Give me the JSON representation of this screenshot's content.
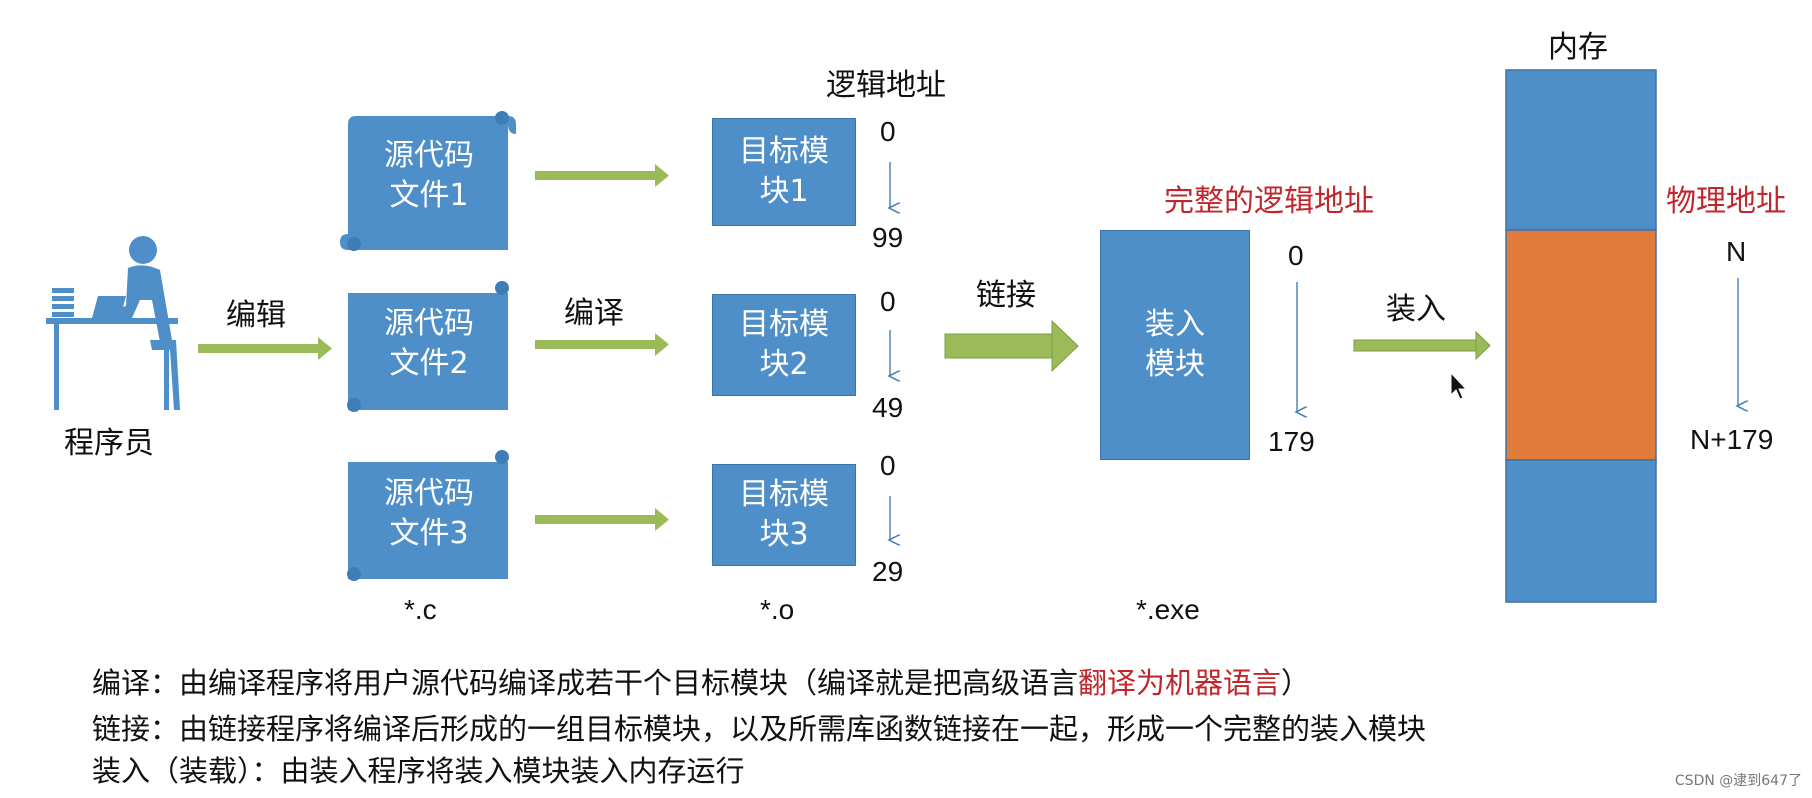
{
  "programmer": {
    "label": "程序员"
  },
  "edit": {
    "label": "编辑"
  },
  "compile": {
    "label": "编译"
  },
  "link": {
    "label": "链接"
  },
  "load": {
    "label": "装入"
  },
  "logical_address": {
    "title": "逻辑地址"
  },
  "complete_logical_address": {
    "title": "完整的逻辑地址"
  },
  "physical_address": {
    "title": "物理地址"
  },
  "memory": {
    "title": "内存"
  },
  "source_files": [
    {
      "line1": "源代码",
      "line2": "文件1"
    },
    {
      "line1": "源代码",
      "line2": "文件2"
    },
    {
      "line1": "源代码",
      "line2": "文件3"
    }
  ],
  "object_modules": [
    {
      "line1": "目标模",
      "line2": "块1",
      "start": "0",
      "end": "99"
    },
    {
      "line1": "目标模",
      "line2": "块2",
      "start": "0",
      "end": "49"
    },
    {
      "line1": "目标模",
      "line2": "块3",
      "start": "0",
      "end": "29"
    }
  ],
  "load_module": {
    "line1": "装入",
    "line2": "模块",
    "start": "0",
    "end": "179"
  },
  "physical": {
    "start": "N",
    "end": "N+179"
  },
  "extensions": {
    "c": "*.c",
    "o": "*.o",
    "exe": "*.exe"
  },
  "notes": {
    "compile_prefix": "编译：由编译程序将用户源代码编译成若干个目标模块（编译就是把高级语言",
    "compile_highlight": "翻译为机器语言",
    "compile_suffix": "）",
    "link": "链接：由链接程序将编译后形成的一组目标模块，以及所需库函数链接在一起，形成一个完整的装入模块",
    "load": "装入（装载）：由装入程序将装入模块装入内存运行"
  },
  "watermark": "CSDN @逮到647了",
  "colors": {
    "box_blue": "#4f8fc9",
    "arrow_green": "#9bbb59",
    "memory_orange": "#e07b3c",
    "highlight_red": "#c0272d"
  }
}
